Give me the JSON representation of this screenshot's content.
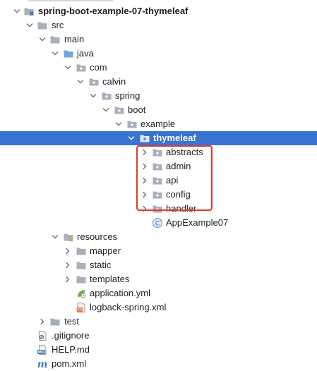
{
  "tree": {
    "project": "spring-boot-example-07-thymeleaf",
    "src": "src",
    "main": "main",
    "java": "java",
    "com": "com",
    "calvin": "calvin",
    "spring": "spring",
    "boot": "boot",
    "example": "example",
    "thymeleaf": "thymeleaf",
    "abstracts": "abstracts",
    "admin": "admin",
    "api": "api",
    "config": "config",
    "handler": "handler",
    "app_class": "AppExample07",
    "resources": "resources",
    "mapper": "mapper",
    "static": "static",
    "templates": "templates",
    "application_yml": "application.yml",
    "logback_xml": "logback-spring.xml",
    "test": "test",
    "gitignore": ".gitignore",
    "help_md": "HELP.md",
    "pom_xml": "pom.xml"
  },
  "colors": {
    "selection": "#3874d0",
    "annotation": "#e23a2b",
    "folder": "#a7b0bb",
    "source_folder": "#6fa8dc"
  }
}
